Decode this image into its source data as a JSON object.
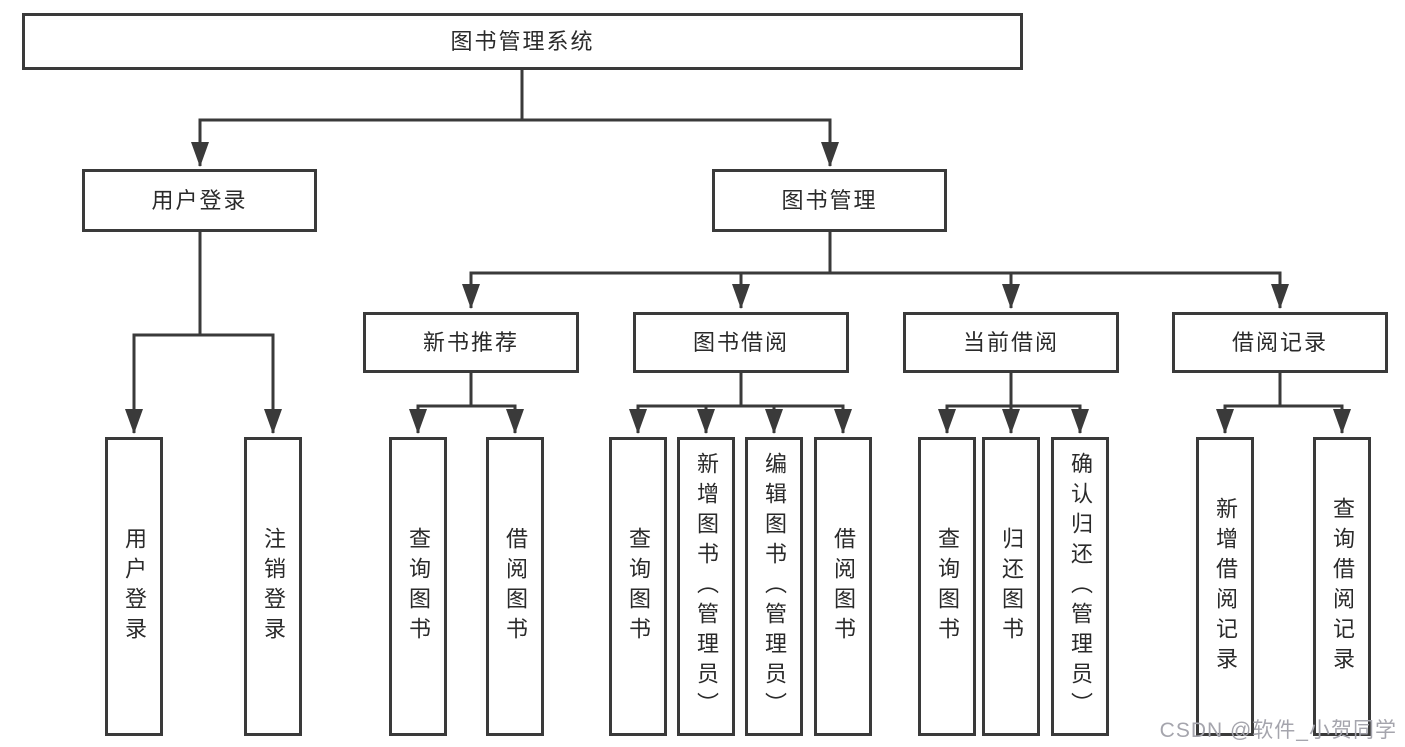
{
  "diagram": {
    "nodes": {
      "root": "图书管理系统",
      "level2": [
        "用户登录",
        "图书管理"
      ],
      "level3": [
        "新书推荐",
        "图书借阅",
        "当前借阅",
        "借阅记录"
      ],
      "leaves": {
        "user_login": [
          "用户登录",
          "注销登录"
        ],
        "new_book": [
          "查询图书",
          "借阅图书"
        ],
        "book_borrow": [
          "查询图书",
          "新增图书（管理员）",
          "编辑图书（管理员）",
          "借阅图书"
        ],
        "current_borrow": [
          "查询图书",
          "归还图书",
          "确认归还（管理员）"
        ],
        "borrow_records": [
          "新增借阅记录",
          "查询借阅记录"
        ]
      }
    },
    "watermark": "CSDN @软件_小贺同学",
    "colors": {
      "line": "#3a3a3a",
      "text": "#2a2a2a",
      "background": "#ffffff",
      "watermark": "#a5a5ad"
    }
  }
}
